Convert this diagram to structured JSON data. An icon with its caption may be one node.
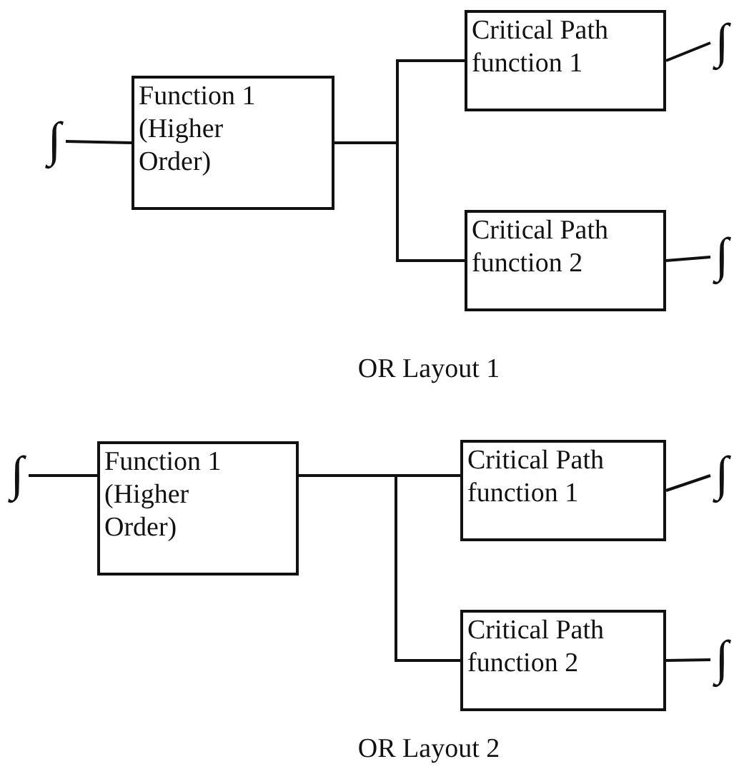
{
  "diagram": {
    "nodes": [
      {
        "text": [
          "∫"
        ]
      },
      {
        "text": [
          "Function 1 (Higher Order)"
        ]
      },
      {
        "text": [
          "Critical Path function 1"
        ]
      },
      {
        "text": [
          "∫"
        ]
      },
      {
        "text": [
          "Critical Path function 2"
        ]
      },
      {
        "text": [
          "∫"
        ]
      },
      {
        "text": [
          "∫"
        ]
      },
      {
        "text": [
          "Function 1 (Higher Order)"
        ]
      },
      {
        "text": [
          "Critical Path function 1"
        ]
      },
      {
        "text": [
          "∫"
        ]
      },
      {
        "text": [
          "Critical Path function 2"
        ]
      },
      {
        "text": [
          "∫"
        ]
      }
    ],
    "edges": [
      {
        "from": 0,
        "to": 1,
        "arrow": "none"
      },
      {
        "from": 1,
        "to": 2,
        "arrow": "none"
      },
      {
        "from": 1,
        "to": 4,
        "arrow": "none"
      },
      {
        "from": 2,
        "to": 3,
        "arrow": "none"
      },
      {
        "from": 4,
        "to": 5,
        "arrow": "none"
      },
      {
        "from": 6,
        "to": 7,
        "arrow": "none"
      },
      {
        "from": 7,
        "to": 8,
        "arrow": "none"
      },
      {
        "from": 7,
        "to": 10,
        "arrow": "none"
      },
      {
        "from": 8,
        "to": 9,
        "arrow": "none"
      },
      {
        "from": 10,
        "to": 11,
        "arrow": "none"
      }
    ],
    "labels": [
      "OR Layout 1",
      "OR Layout 2"
    ]
  }
}
